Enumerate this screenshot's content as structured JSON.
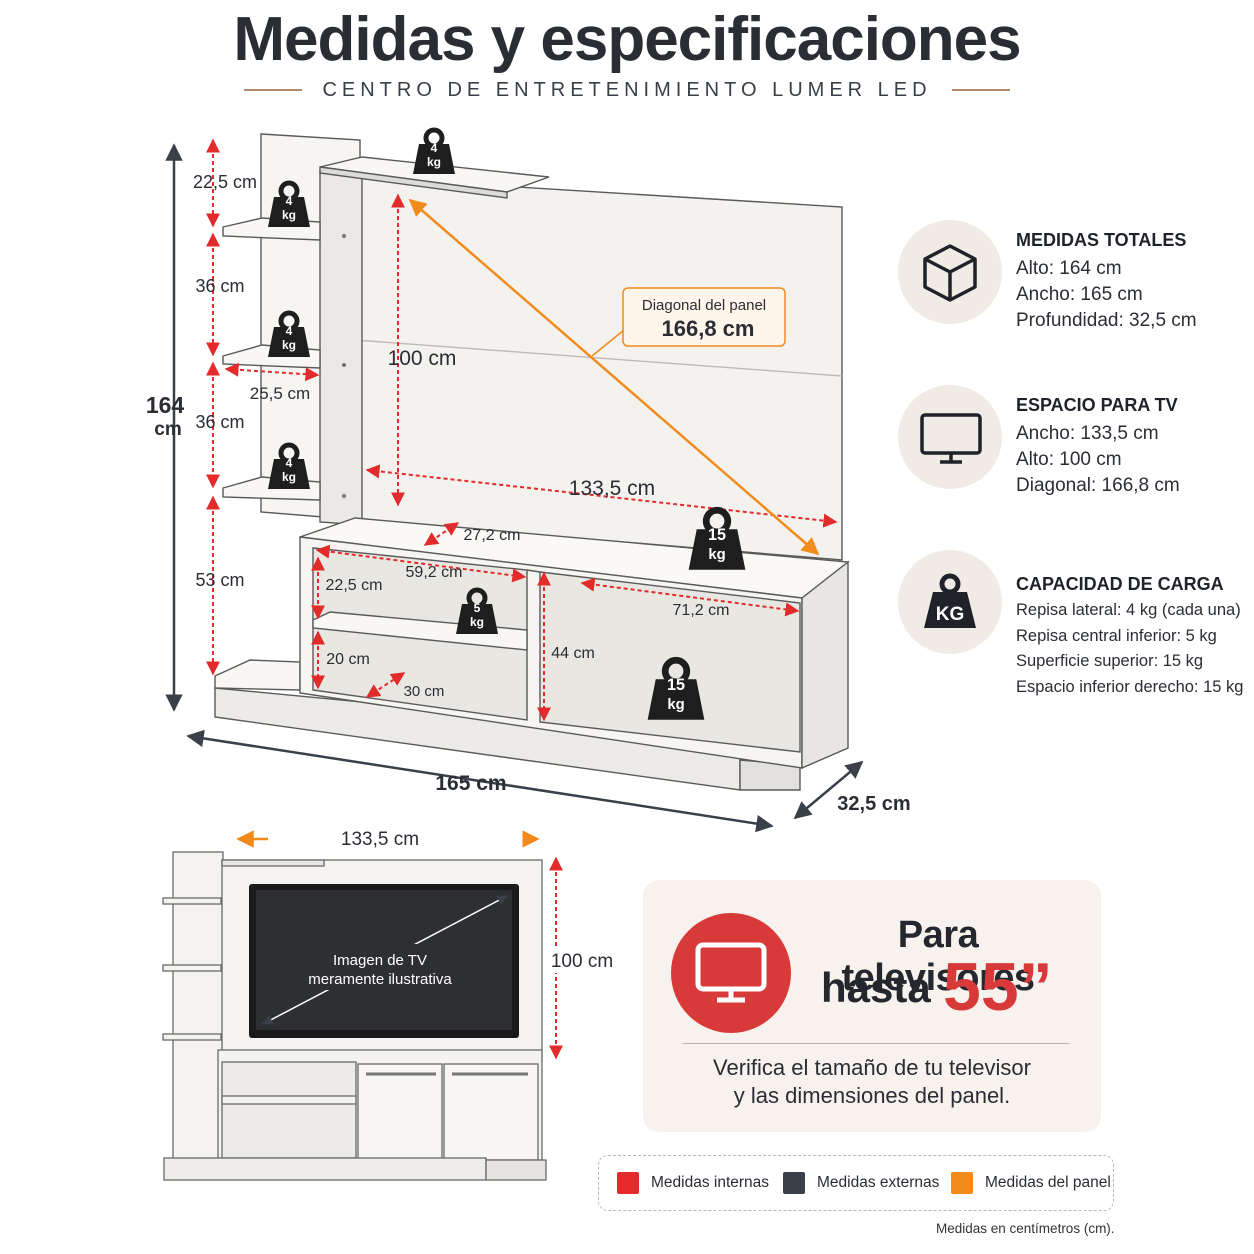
{
  "header": {
    "title": "Medidas y especificaciones",
    "subtitle": "CENTRO DE ENTRETENIMIENTO LUMER LED"
  },
  "colors": {
    "internal": "#e32b2b",
    "external": "#3a4049",
    "panel": "#f28a1c",
    "accent_red": "#d83a3a",
    "badge_bg": "#f1ebe6"
  },
  "diagram": {
    "height_total": "164",
    "height_unit": "cm",
    "width_total": "165 cm",
    "depth_total": "32,5 cm",
    "shelf_top_gap": "22,5 cm",
    "shelf_gap_1": "36 cm",
    "shelf_gap_2": "36 cm",
    "shelf_bottom": "53 cm",
    "shelf_depth": "25,5 cm",
    "panel_height": "100 cm",
    "panel_width": "133,5 cm",
    "panel_diag_label": "Diagonal del panel",
    "panel_diag_value": "166,8 cm",
    "top_depth": "27,2 cm",
    "left_cab_width": "59,2 cm",
    "left_cab_upper": "22,5 cm",
    "left_cab_lower": "20 cm",
    "left_cab_depth": "30 cm",
    "cab_height": "44 cm",
    "right_cab_width": "71,2 cm",
    "weights": {
      "top_shelf": [
        "4",
        "kg"
      ],
      "side_1": [
        "4",
        "kg"
      ],
      "side_2": [
        "4",
        "kg"
      ],
      "side_3": [
        "4",
        "kg"
      ],
      "surface": [
        "15",
        "kg"
      ],
      "center": [
        "5",
        "kg"
      ],
      "right": [
        "15",
        "kg"
      ]
    }
  },
  "specs": [
    {
      "icon": "cube-icon",
      "title": "MEDIDAS TOTALES",
      "lines": [
        "Alto: 164 cm",
        "Ancho: 165 cm",
        "Profundidad: 32,5 cm"
      ]
    },
    {
      "icon": "monitor-icon",
      "title": "ESPACIO PARA TV",
      "lines": [
        "Ancho: 133,5 cm",
        "Alto: 100 cm",
        "Diagonal: 166,8 cm"
      ]
    },
    {
      "icon": "weight-icon",
      "title": "CAPACIDAD DE CARGA",
      "icon_text": "KG",
      "lines": [
        "Repisa lateral: 4 kg (cada una)",
        "Repisa central inferior: 5 kg",
        "Superficie superior: 15 kg",
        "Espacio inferior derecho: 15 kg"
      ]
    }
  ],
  "front_view": {
    "width_label": "133,5 cm",
    "height_label": "100 cm",
    "tv_note_1": "Imagen de TV",
    "tv_note_2": "meramente ilustrativa"
  },
  "tv_promo": {
    "line1": "Para televisores",
    "line2": "hasta",
    "size": "55”",
    "verify_1": "Verifica el tamaño de tu televisor",
    "verify_2": "y  las dimensiones del panel."
  },
  "legend": [
    {
      "label": "Medidas internas",
      "color": "#e32b2b"
    },
    {
      "label": "Medidas externas",
      "color": "#3a4049"
    },
    {
      "label": "Medidas del panel",
      "color": "#f28a1c"
    }
  ],
  "footnote": "Medidas en centímetros (cm)."
}
